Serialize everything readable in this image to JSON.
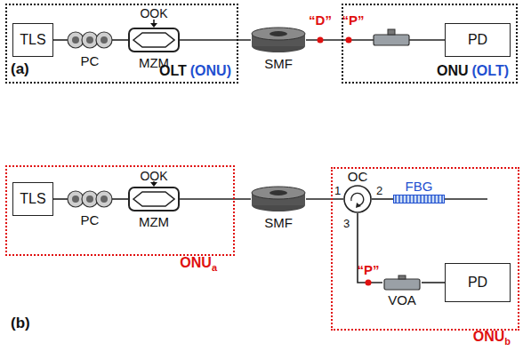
{
  "diagram": {
    "nodes": [
      {
        "text": [
          "OLT",
          "(ONU)"
        ]
      },
      {
        "text": [
          "TLS"
        ],
        "in": 0
      },
      {
        "text": [
          "PC"
        ],
        "in": 0
      },
      {
        "text": [
          "MZM"
        ],
        "in": 0
      },
      {
        "text": [
          "SMF"
        ]
      },
      {
        "text": [
          "ONU",
          "(OLT)"
        ]
      },
      {
        "text": [
          "PD"
        ],
        "in": 5
      },
      {
        "text": [
          "ONU",
          "a"
        ]
      },
      {
        "text": [
          "TLS"
        ],
        "in": 7
      },
      {
        "text": [
          "PC"
        ],
        "in": 7
      },
      {
        "text": [
          "MZM"
        ],
        "in": 7
      },
      {
        "text": [
          "SMF"
        ]
      },
      {
        "text": [
          "ONU",
          "b"
        ]
      },
      {
        "text": [
          "OC"
        ],
        "in": 12
      },
      {
        "text": [
          "FBG"
        ],
        "in": 12
      },
      {
        "text": [
          "VOA"
        ],
        "in": 12
      },
      {
        "text": [
          "PD"
        ],
        "in": 12
      }
    ],
    "edges": [
      {
        "from": 1,
        "to": 2,
        "arrow": "none"
      },
      {
        "from": 2,
        "to": 3,
        "arrow": "none"
      },
      {
        "from": 3,
        "to": 4,
        "arrow": "none"
      },
      {
        "from": 4,
        "to": 6,
        "arrow": "none"
      },
      {
        "from": 8,
        "to": 9,
        "arrow": "none"
      },
      {
        "from": 9,
        "to": 10,
        "arrow": "none"
      },
      {
        "from": 10,
        "to": 11,
        "arrow": "none"
      },
      {
        "from": 11,
        "to": 13,
        "arrow": "none"
      },
      {
        "from": 13,
        "to": 14,
        "arrow": "none"
      },
      {
        "from": 13,
        "to": 15,
        "arrow": "none"
      },
      {
        "from": 15,
        "to": 16,
        "arrow": "none"
      }
    ],
    "labels": [
      "(a)",
      "OOK",
      "“D”",
      "“P”",
      "(b)",
      "OOK",
      "1",
      "2",
      "3",
      "“P”"
    ]
  }
}
